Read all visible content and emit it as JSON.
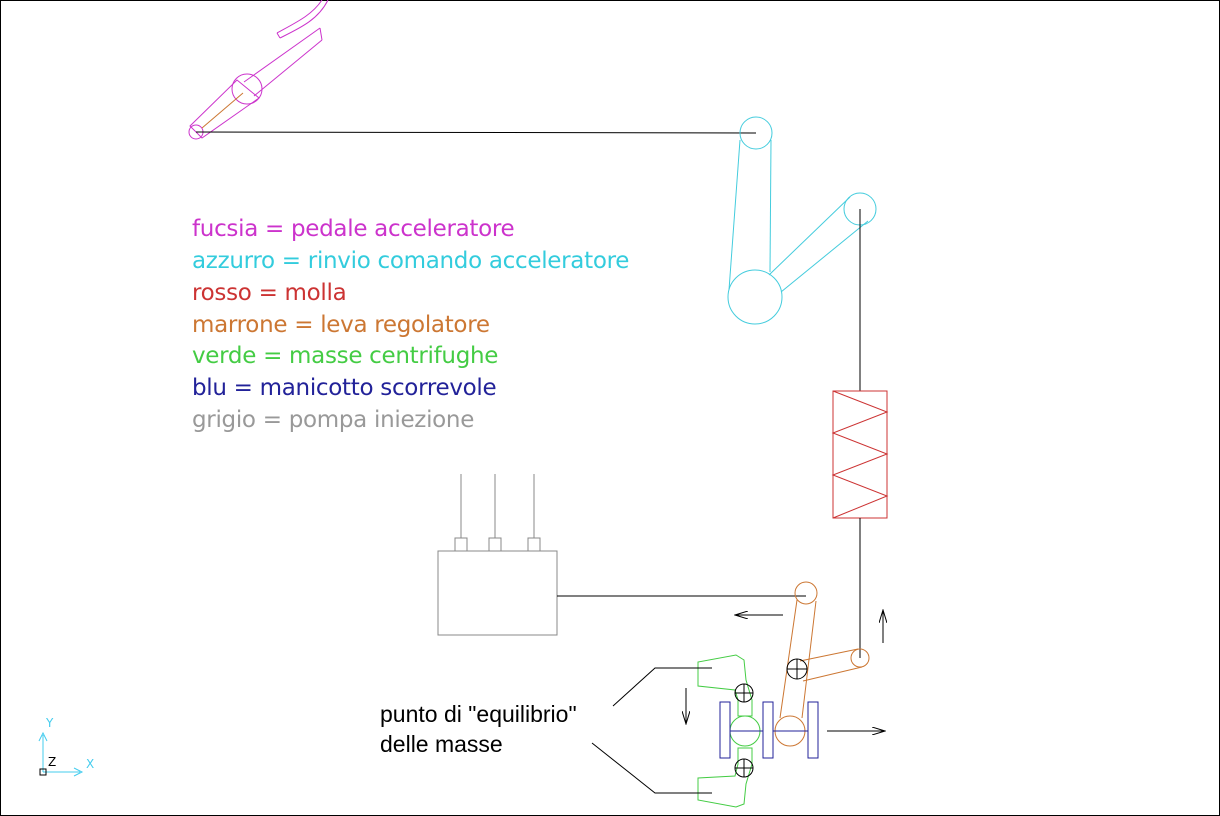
{
  "colors": {
    "fuchsia": "#cc33cc",
    "cyan": "#44ccdd",
    "red": "#cc3333",
    "brown": "#cc7733",
    "green": "#44cc44",
    "blue": "#222299",
    "grey": "#999999",
    "black": "#000000",
    "ucs": "#44ccee"
  },
  "legend": [
    {
      "text": "fucsia = pedale acceleratore",
      "color": "#cc33cc"
    },
    {
      "text": "azzurro = rinvio comando acceleratore",
      "color": "#33ccdd"
    },
    {
      "text": "rosso = molla",
      "color": "#cc3333"
    },
    {
      "text": "marrone = leva regolatore",
      "color": "#cc7733"
    },
    {
      "text": "verde = masse centrifughe",
      "color": "#44cc44"
    },
    {
      "text": "blu = manicotto scorrevole",
      "color": "#222299"
    },
    {
      "text": "grigio = pompa iniezione",
      "color": "#999999"
    }
  ],
  "annotation": {
    "line1": "punto di \"equilibrio\"",
    "line2": "delle masse"
  },
  "ucs": {
    "y": "Y",
    "x": "X",
    "z": "Z"
  }
}
